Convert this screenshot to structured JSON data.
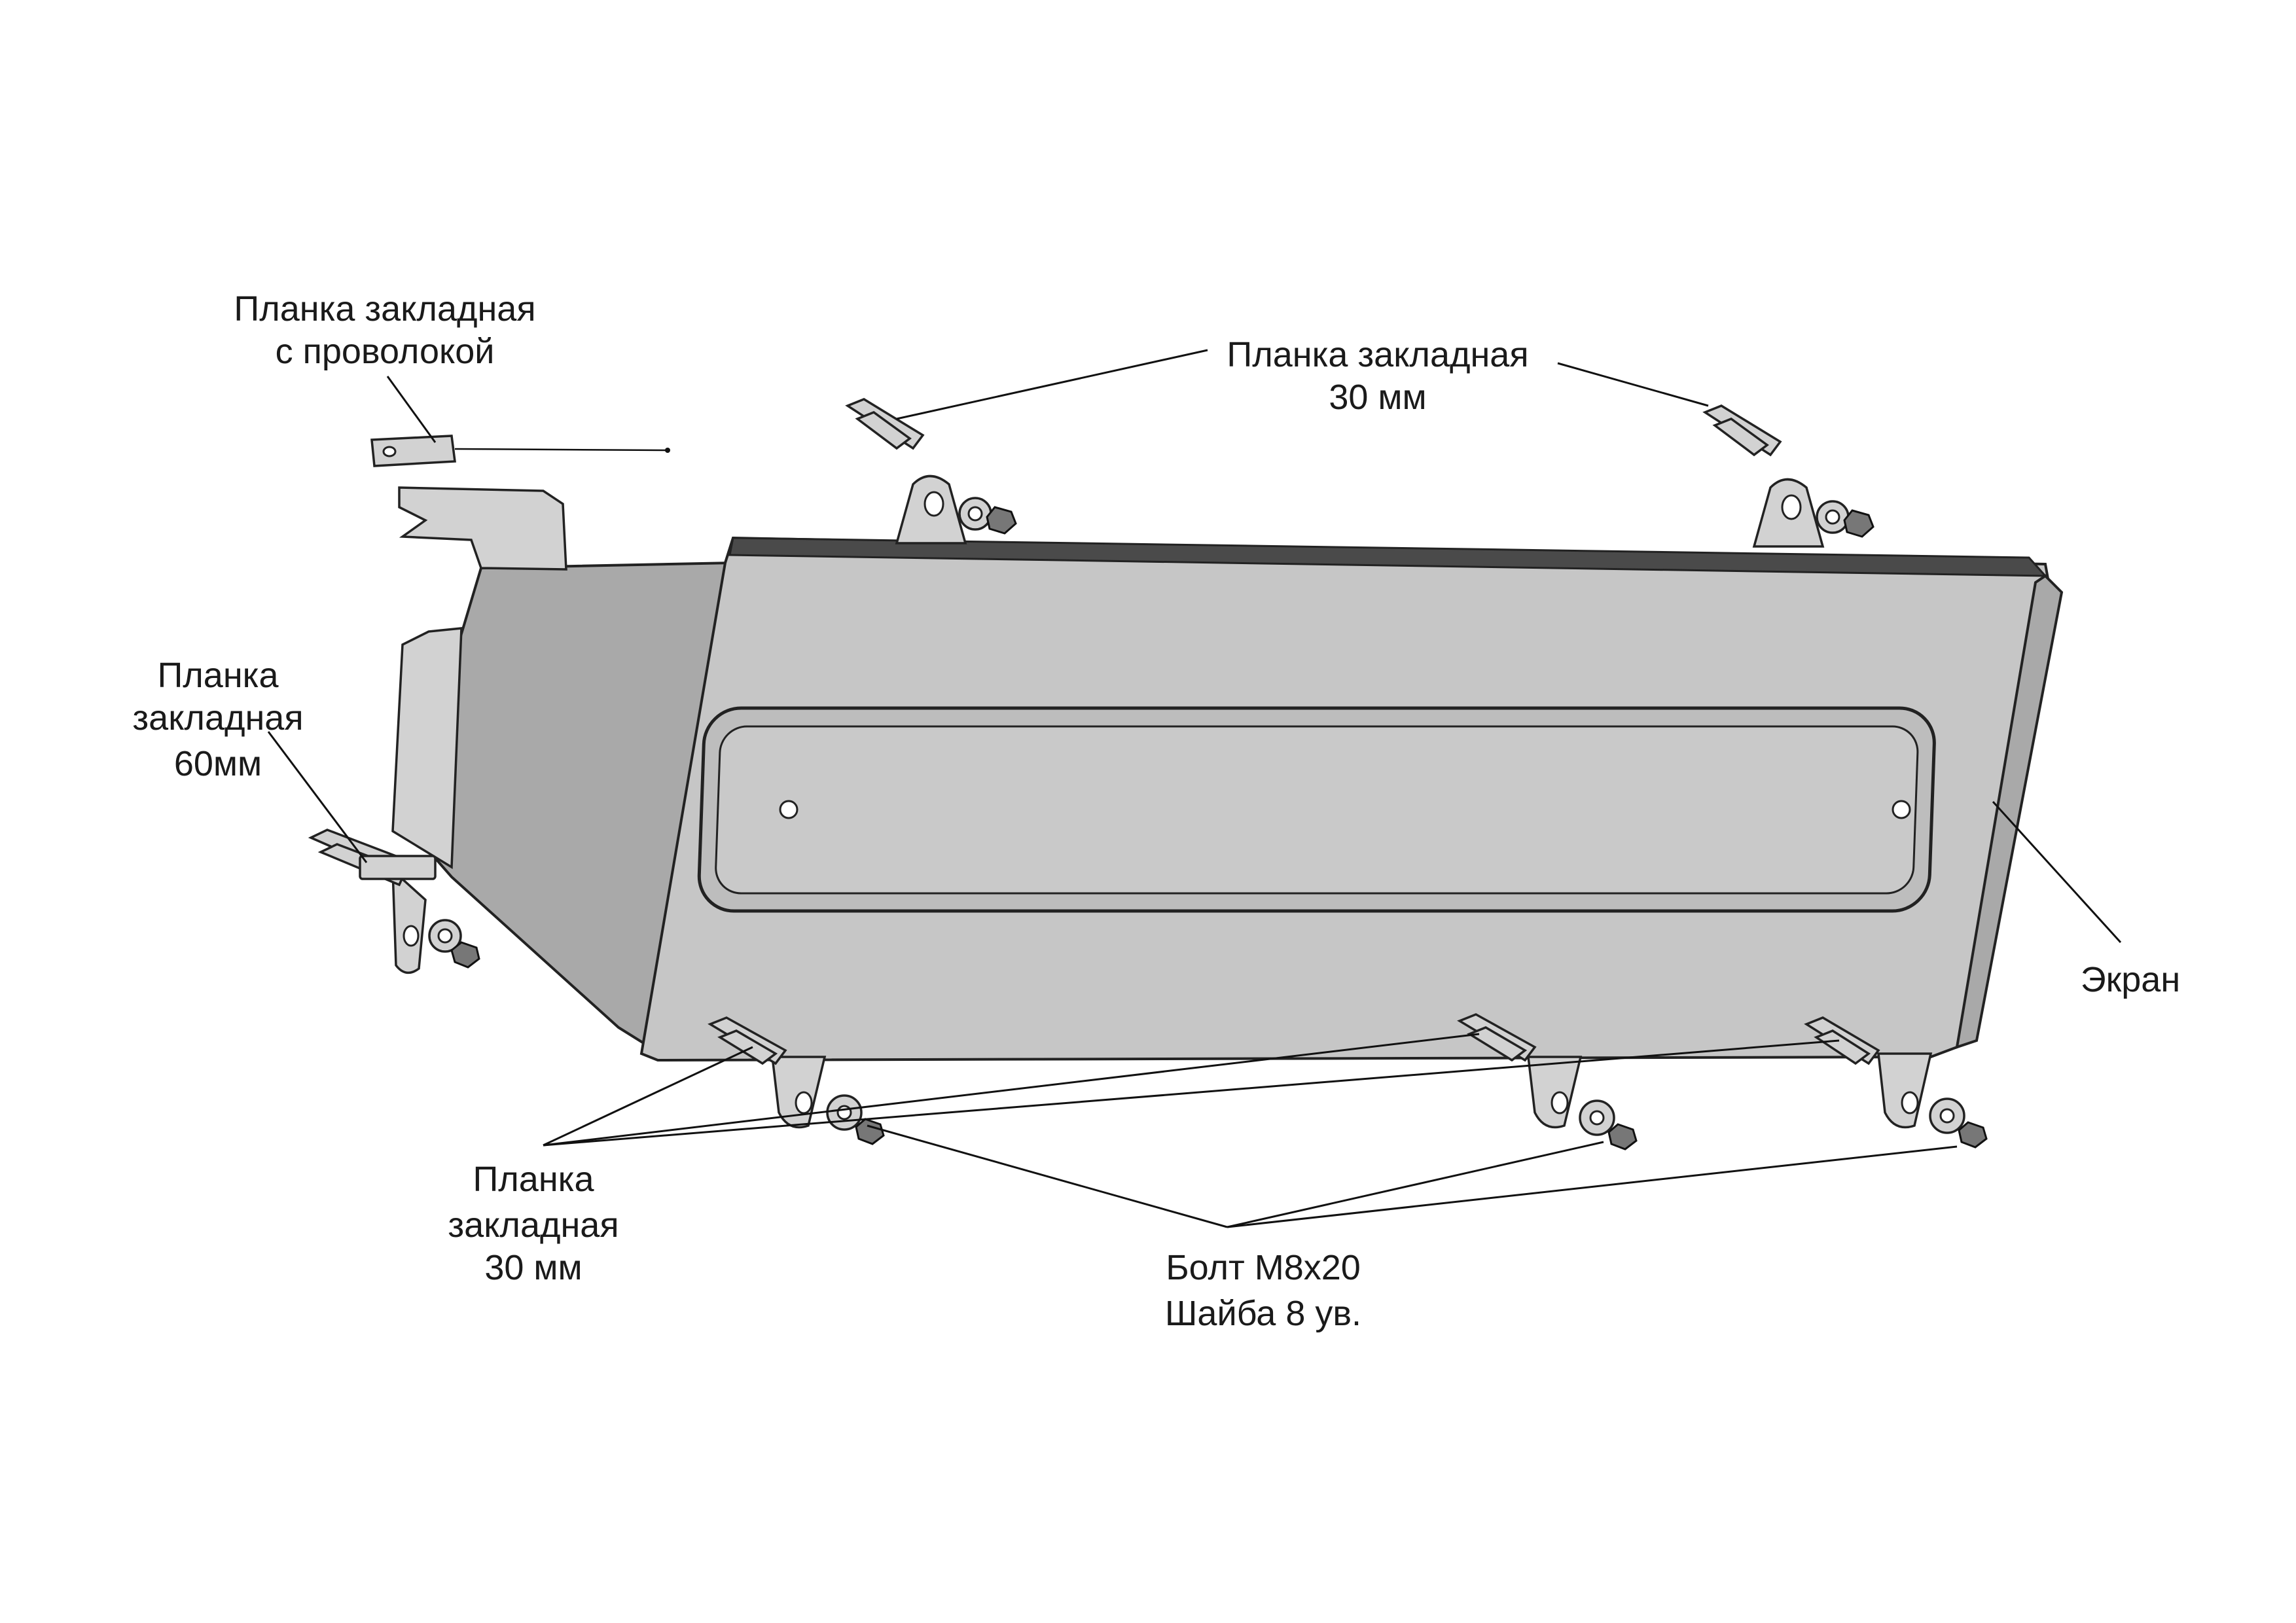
{
  "labels": {
    "wire_plate": [
      "Планка закладная",
      "с проволокой"
    ],
    "top_plate": [
      "Планка закладная",
      "30 мм"
    ],
    "left_plate": [
      "Планка",
      "закладная",
      "60мм"
    ],
    "screen": [
      "Экран"
    ],
    "bottom_plate": [
      "Планка",
      "закладная",
      "30 мм"
    ],
    "bolt": [
      "Болт М8х20",
      "Шайба 8 ув."
    ]
  }
}
